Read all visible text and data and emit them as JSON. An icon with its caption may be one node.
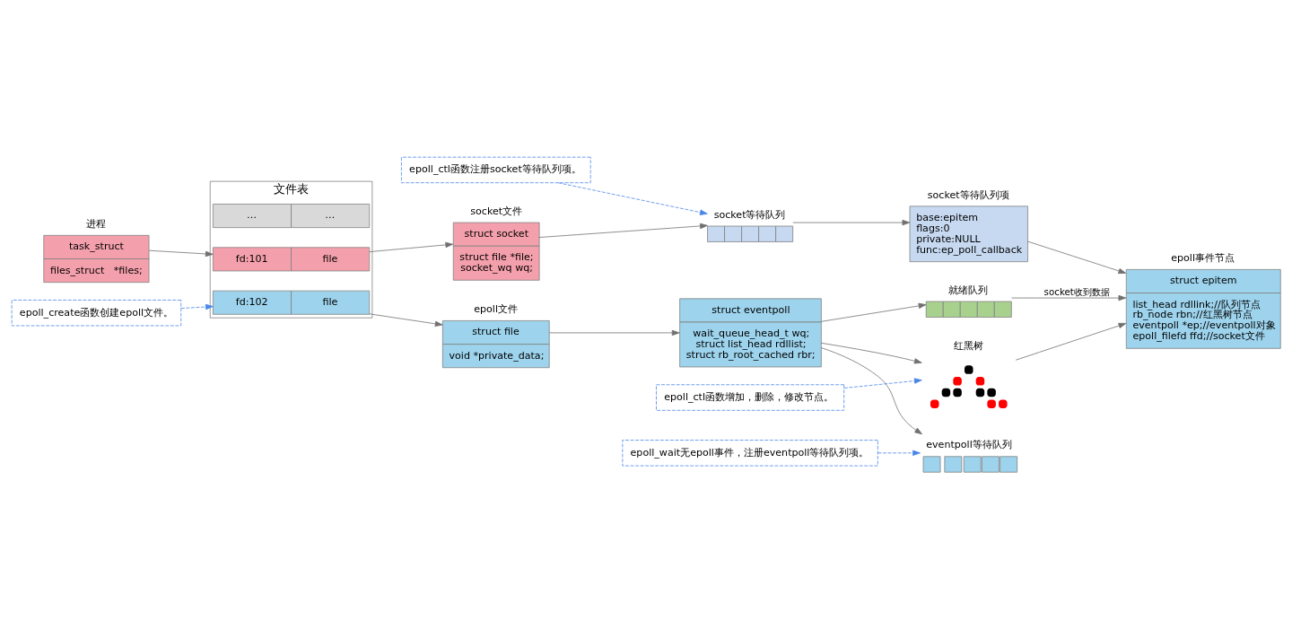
{
  "diagram": {
    "nodes": [
      {
        "text": [
          "进程",
          "task_struct",
          "files_struct   *files;"
        ]
      },
      {
        "text": [
          "文件表"
        ]
      },
      {
        "text": [
          "…",
          "…"
        ],
        "in": 1
      },
      {
        "text": [
          "fd:101",
          "file"
        ],
        "in": 1
      },
      {
        "text": [
          "fd:102",
          "file"
        ],
        "in": 1
      },
      {
        "text": [
          "socket文件",
          "struct socket",
          "struct file *file;",
          "socket_wq wq;"
        ]
      },
      {
        "text": [
          "socket等待队列"
        ]
      },
      {
        "text": [
          "epoll_ctl函数注册socket等待队列项。"
        ]
      },
      {
        "text": [
          "socket等待队列项",
          "base:epitem",
          "flags:0",
          "private:NULL",
          "func:ep_poll_callback"
        ]
      },
      {
        "text": [
          "epoll_create函数创建epoll文件。"
        ]
      },
      {
        "text": [
          "epoll_wait无epoll事件，注册eventpoll等待队列项。"
        ]
      },
      {
        "text": [
          "eventpoll等待队列"
        ]
      },
      {
        "text": [
          "epoll文件",
          "struct file",
          "void *private_data;"
        ]
      },
      {
        "text": [
          "struct eventpoll",
          "wait_queue_head_t wq;",
          "struct list_head rdllist;",
          "struct rb_root_cached rbr;"
        ]
      },
      {
        "text": [
          "就绪队列"
        ]
      },
      {
        "text": [
          "epoll事件节点",
          "struct epitem",
          "list_head rdllink;//队列节点",
          "rb_node rbn;//红黑树节点",
          "eventpoll *ep;//eventpoll对象",
          "epoll_filefd ffd;//socket文件"
        ]
      },
      {
        "text": [
          "红黑树"
        ]
      },
      {
        "text": [
          "epoll_ctl函数增加，删除，修改节点。"
        ]
      }
    ],
    "edges": [
      {
        "from": 0,
        "to": 3,
        "arrow": "to"
      },
      {
        "from": 3,
        "to": 5,
        "arrow": "to"
      },
      {
        "from": 9,
        "to": 4,
        "arrow": "to",
        "style": "dashed",
        "color": "#4a86e8"
      },
      {
        "from": 4,
        "to": 12,
        "arrow": "to"
      },
      {
        "from": 5,
        "to": 6,
        "arrow": "to"
      },
      {
        "from": 7,
        "to": 6,
        "arrow": "to",
        "style": "dashed",
        "color": "#4a86e8"
      },
      {
        "from": 6,
        "to": 8,
        "arrow": "to"
      },
      {
        "from": 8,
        "to": 15,
        "arrow": "to"
      },
      {
        "from": 10,
        "to": 11,
        "arrow": "to",
        "style": "dashed",
        "color": "#4a86e8"
      },
      {
        "from": 12,
        "to": 13,
        "arrow": "to"
      },
      {
        "from": 13,
        "to": 11,
        "arrow": "to"
      },
      {
        "from": 13,
        "to": 14,
        "arrow": "to"
      },
      {
        "from": 13,
        "to": 16,
        "arrow": "to"
      },
      {
        "from": 14,
        "to": 15,
        "arrow": "to",
        "label": "socket收到数据"
      },
      {
        "from": 16,
        "to": 15,
        "arrow": "to"
      },
      {
        "from": 17,
        "to": 16,
        "arrow": "to",
        "style": "dashed",
        "color": "#4a86e8"
      }
    ]
  }
}
